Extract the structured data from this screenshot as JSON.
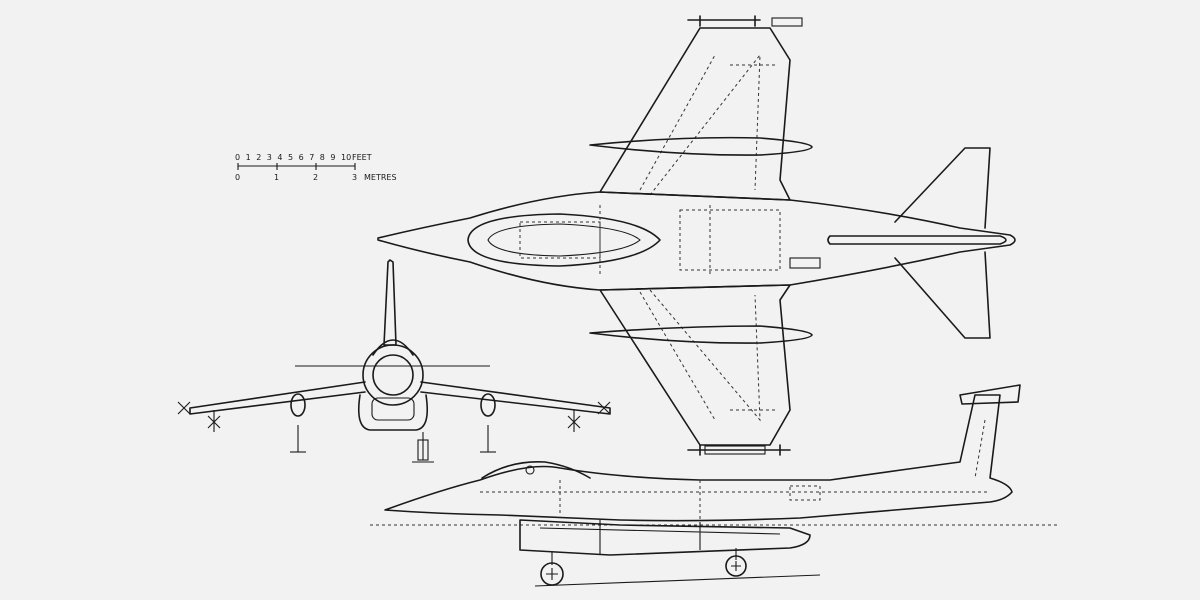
{
  "scale_bar": {
    "feet_ticks": [
      "0",
      "1",
      "2",
      "3",
      "4",
      "5",
      "6",
      "7",
      "8",
      "9",
      "10"
    ],
    "feet_unit": "FEET",
    "metre_ticks": [
      "0",
      "1",
      "2",
      "3"
    ],
    "metre_unit": "METRES"
  },
  "views": {
    "plan": "plan-view",
    "front": "front-view",
    "side": "side-view"
  },
  "colors": {
    "background": "#f2f2f2",
    "ink": "#1a1a1a"
  }
}
